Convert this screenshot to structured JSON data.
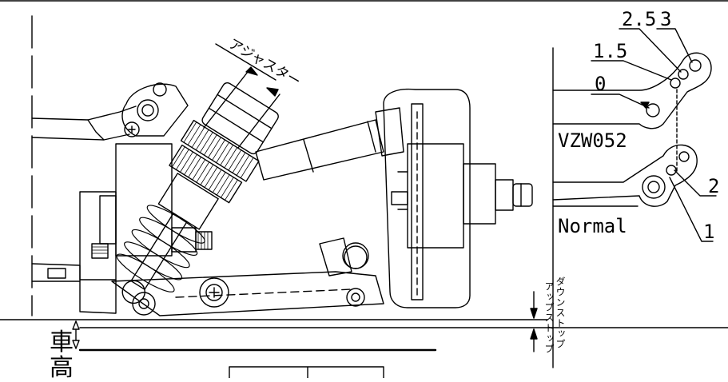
{
  "labels": {
    "adjuster": "アジャスター",
    "vzw052": "VZW052",
    "normal": "Normal",
    "hole_0": "0",
    "hole_1_5": "1.5",
    "hole_2_5": "2.5",
    "hole_3": "3",
    "hole_1": "1",
    "hole_2": "2",
    "down_stop": "ダウンストップ",
    "up_stop": "アップストップ",
    "ride_height_1": "車",
    "ride_height_2": "高"
  },
  "colors": {
    "line": "#000000",
    "background": "#ffffff"
  }
}
